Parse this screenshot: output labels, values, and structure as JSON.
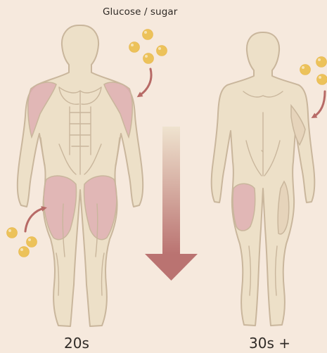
{
  "title": "Glucose / sugar",
  "panels": [
    {
      "age_label": "20s"
    },
    {
      "age_label": "30s +"
    }
  ],
  "colors": {
    "background": "#f6e9dd",
    "body_fill": "#ede0c8",
    "body_outline": "#c9b69c",
    "muscle_highlight": "#dcaab0",
    "glucose_ball": "#ecc25a",
    "arrow_gradient_top": "#efe3cf",
    "arrow_gradient_bottom": "#ba7371",
    "curved_arrow": "#b76a66"
  },
  "icons": [
    "glucose-ball-icon",
    "curved-arrow-icon",
    "down-arrow-icon"
  ]
}
